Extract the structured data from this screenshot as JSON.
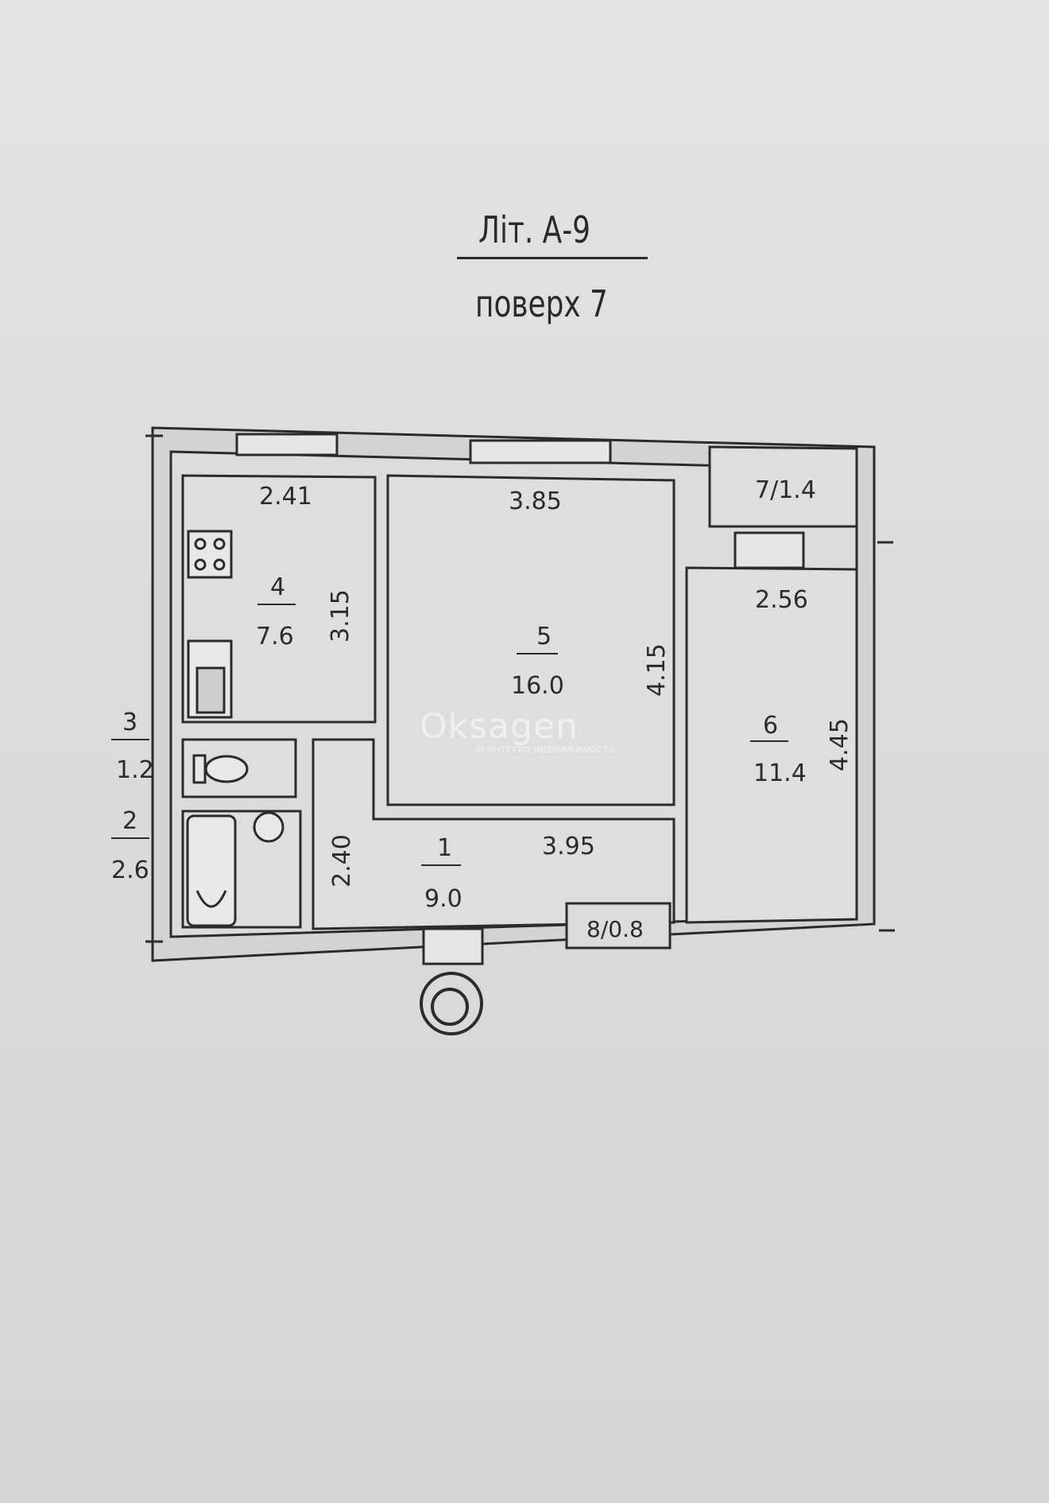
{
  "plan": {
    "title": "Літ. А-9",
    "floor": "поверх 7",
    "rooms": [
      {
        "id": "room-1",
        "number": "1",
        "area": "9.0",
        "dims": [
          "3.95",
          "2.40"
        ]
      },
      {
        "id": "room-2",
        "number": "2",
        "area": "2.6"
      },
      {
        "id": "room-3",
        "number": "3",
        "area": "1.2"
      },
      {
        "id": "room-4",
        "number": "4",
        "area": "7.6",
        "dims": [
          "2.41",
          "3.15"
        ]
      },
      {
        "id": "room-5",
        "number": "5",
        "area": "16.0",
        "dims": [
          "3.85",
          "4.15"
        ]
      },
      {
        "id": "room-6",
        "number": "6",
        "area": "11.4",
        "dims": [
          "2.56",
          "4.45"
        ]
      },
      {
        "id": "room-7",
        "label": "7/1.4"
      },
      {
        "id": "room-8",
        "label": "8/0.8"
      }
    ]
  },
  "watermark": {
    "brand": "Oksagen",
    "sub": "агентство недвижимости"
  },
  "colors": {
    "paper": "#dcdcdc",
    "ink": "#2b2b2b",
    "wall_fill": "#d0d0d0"
  }
}
